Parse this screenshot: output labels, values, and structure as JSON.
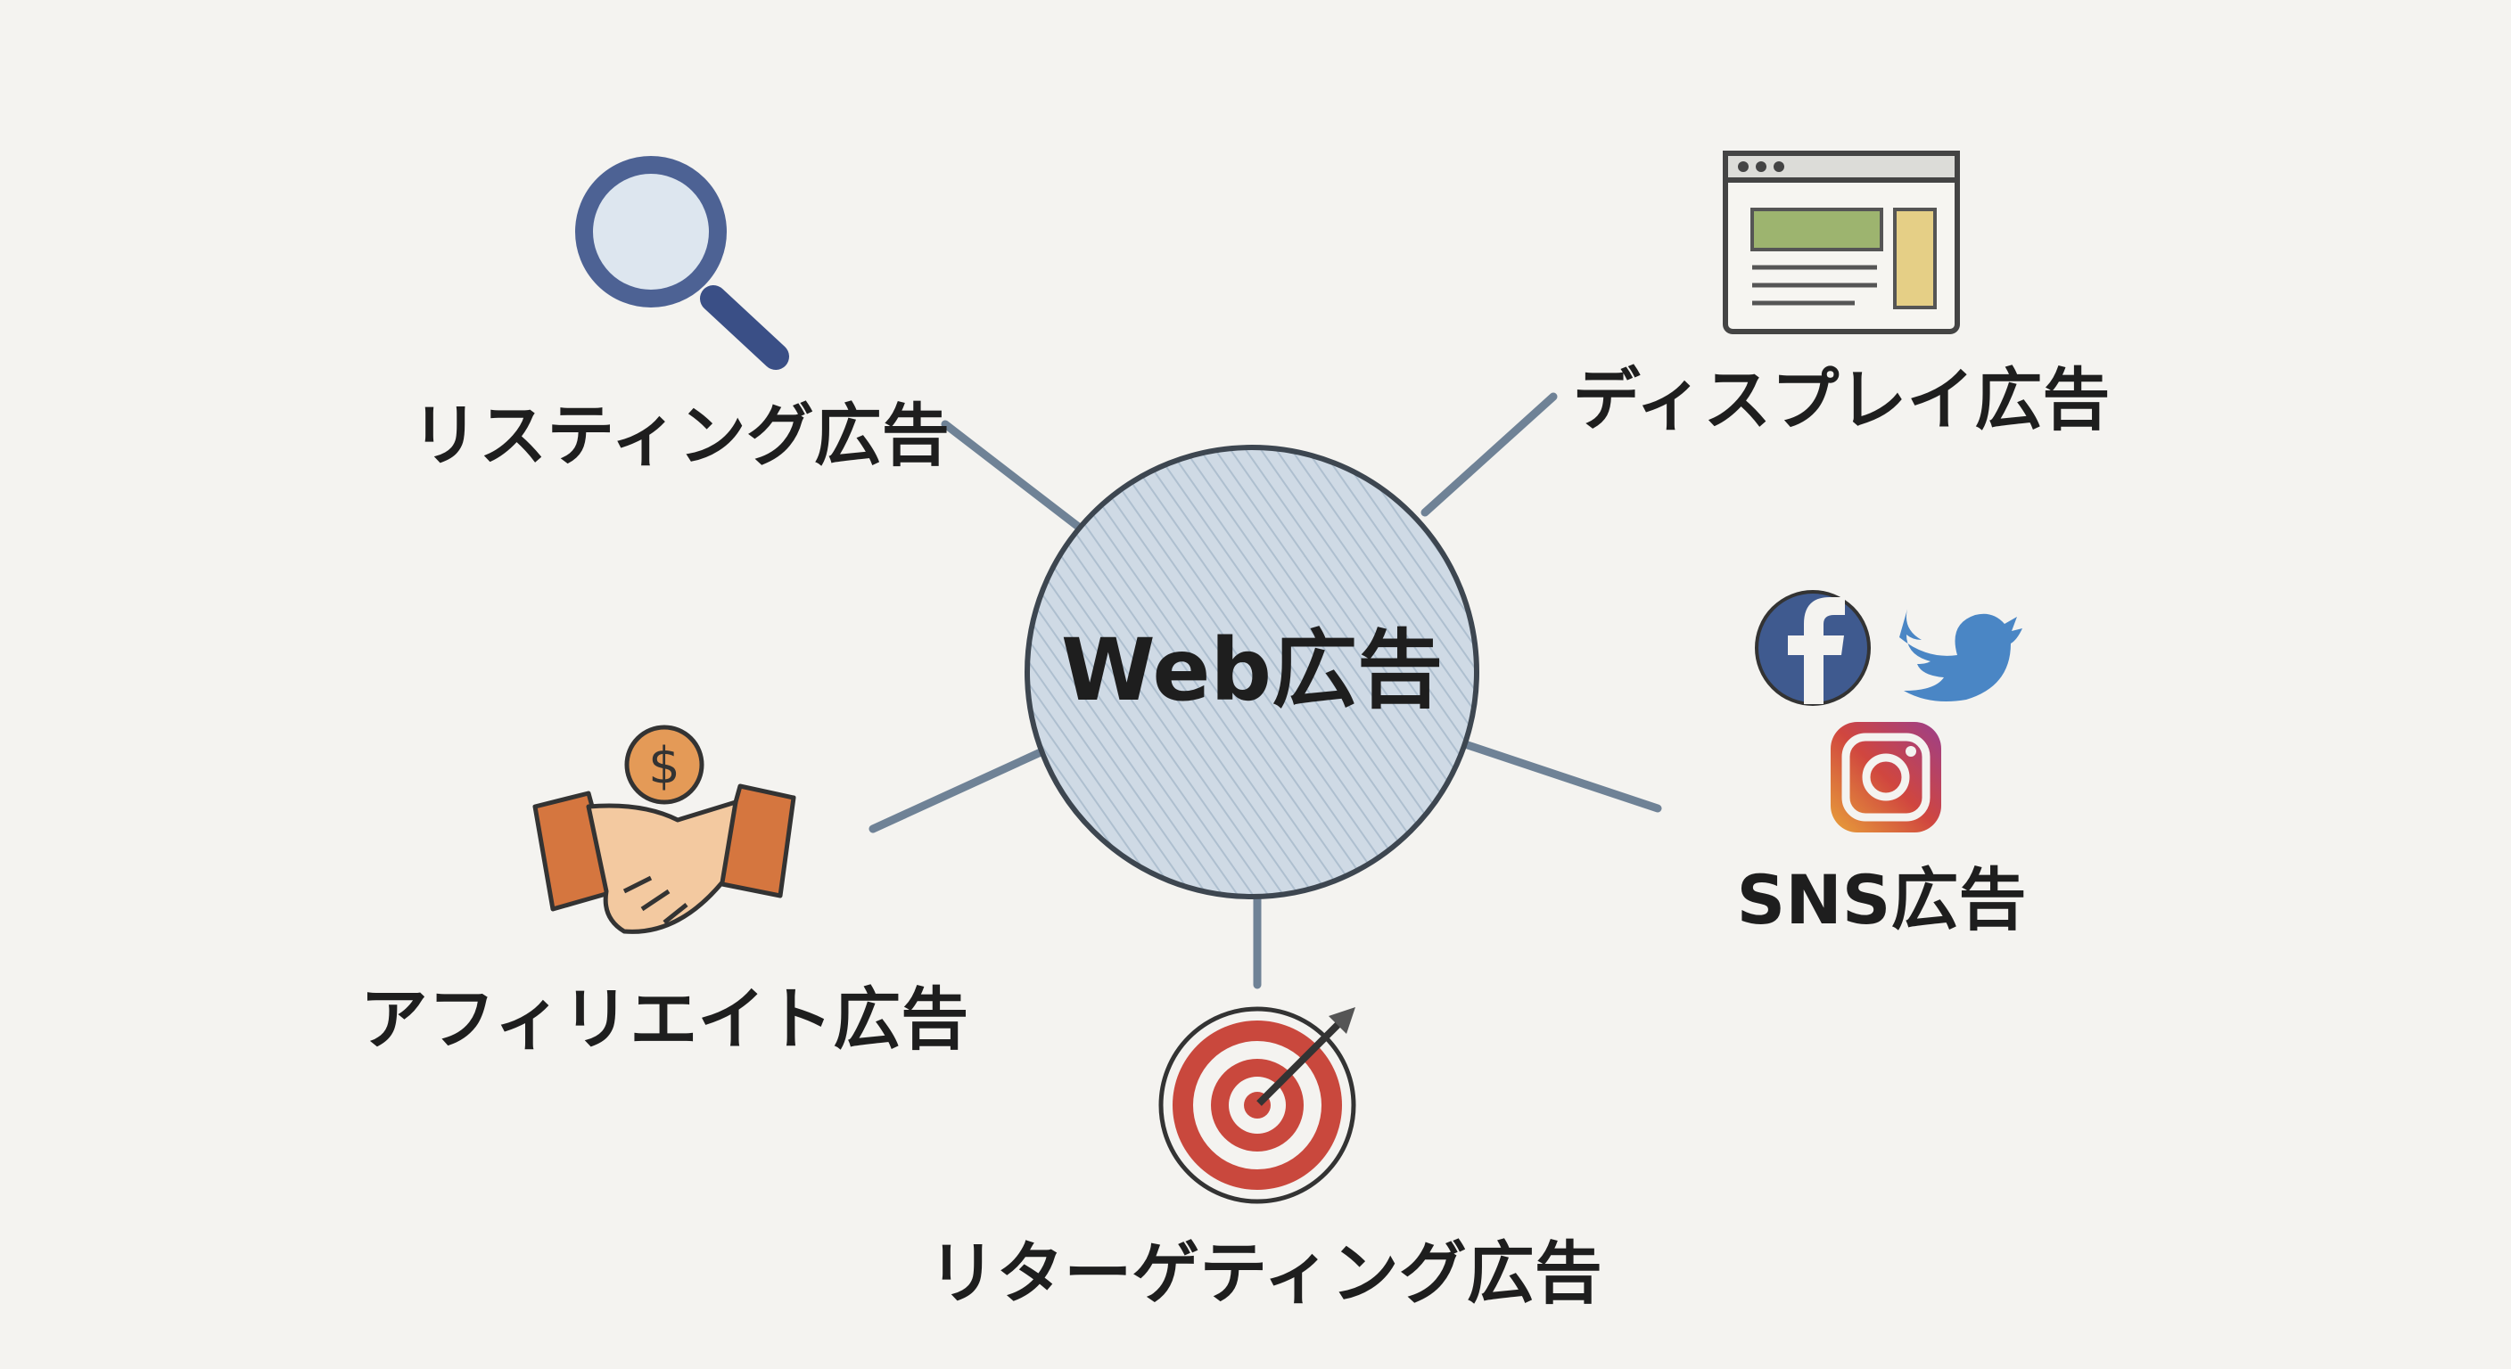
{
  "center": {
    "label": "Web広告"
  },
  "nodes": {
    "listing": {
      "label": "リスティング広告",
      "icon": "magnifying-glass-icon"
    },
    "display": {
      "label": "ディスプレイ広告",
      "icon": "browser-window-icon"
    },
    "sns": {
      "label": "SNS広告",
      "icons": [
        "facebook-icon",
        "twitter-icon",
        "instagram-icon"
      ]
    },
    "affiliate": {
      "label": "アフィリエイト広告",
      "icons": [
        "dollar-coin-icon",
        "handshake-icon"
      ],
      "coin_symbol": "$"
    },
    "retargeting": {
      "label": "リターゲティング広告",
      "icon": "target-arrow-icon"
    }
  },
  "colors": {
    "background": "#f4f3f0",
    "circle": "#cdd8e3",
    "spoke": "#6f8296",
    "target_red": "#c9483d",
    "handshake": "#e0935a",
    "facebook": "#3f5a8f",
    "twitter": "#4a86c5"
  }
}
